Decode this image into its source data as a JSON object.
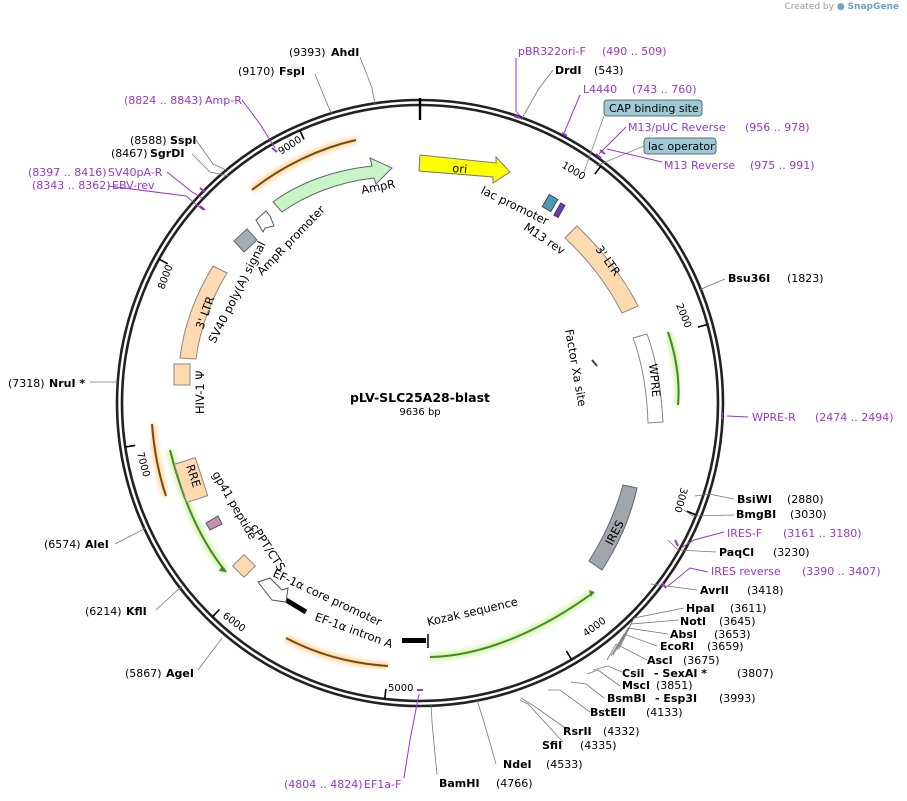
{
  "brand": {
    "created_by": "Created by",
    "app": "SnapGene"
  },
  "plasmid": {
    "name": "pLV-SLC25A28-blast",
    "size_label": "9636 bp",
    "length": 9636
  },
  "ticks": [
    "1000",
    "2000",
    "3000",
    "4000",
    "5000",
    "6000",
    "7000",
    "8000",
    "9000"
  ],
  "colors": {
    "primer": "#9a36c8",
    "ori": "#ffff00",
    "ampr": "#c8f5c8",
    "ltr": "#ffd9b0",
    "ires": "#a0a6ac",
    "orf": "#7cb83a",
    "orf_glow": "#d6f0b0",
    "marker": "#7a4a10"
  },
  "enzymes": [
    {
      "name": "AhdI",
      "pos": "(9393)"
    },
    {
      "name": "FspI",
      "pos": "(9170)"
    },
    {
      "name": "SspI",
      "pos": "(8588)"
    },
    {
      "name": "SgrDI",
      "pos": "(8467)"
    },
    {
      "name": "NruI *",
      "pos": "(7318)"
    },
    {
      "name": "AleI",
      "pos": "(6574)"
    },
    {
      "name": "KflI",
      "pos": "(6214)"
    },
    {
      "name": "AgeI",
      "pos": "(5867)"
    },
    {
      "name": "BamHI",
      "pos": "(4766)"
    },
    {
      "name": "NdeI",
      "pos": "(4533)"
    },
    {
      "name": "SfiI",
      "pos": "(4335)"
    },
    {
      "name": "RsrII",
      "pos": "(4332)"
    },
    {
      "name": "BstEII",
      "pos": "(4133)"
    },
    {
      "name": "BsmBI",
      "pos": "- Esp3I"
    },
    {
      "name": "MscI",
      "pos": "(3851)"
    },
    {
      "name": "CsiI",
      "pos": "- SexAI *"
    },
    {
      "name": "AscI",
      "pos": "(3675)"
    },
    {
      "name": "EcoRI",
      "pos": "(3659)"
    },
    {
      "name": "AbsI",
      "pos": "(3653)"
    },
    {
      "name": "NotI",
      "pos": "(3645)"
    },
    {
      "name": "HpaI",
      "pos": "(3611)"
    },
    {
      "name": "AvrII",
      "pos": "(3418)"
    },
    {
      "name": "PaqCI",
      "pos": "(3230)"
    },
    {
      "name": "BmgBI",
      "pos": "(3030)"
    },
    {
      "name": "BsiWI",
      "pos": "(2880)"
    },
    {
      "name": "Bsu36I",
      "pos": "(1823)"
    },
    {
      "name": "DrdI",
      "pos": "(543)"
    }
  ],
  "enzyme_extra": {
    "esp3i_pos": "(3993)",
    "sexai_pos": "(3807)"
  },
  "primers": [
    {
      "name": "pBR322ori-F",
      "range": "(490 .. 509)"
    },
    {
      "name": "L4440",
      "range": "(743 .. 760)"
    },
    {
      "name": "M13/pUC Reverse",
      "range": "(956 .. 978)"
    },
    {
      "name": "M13 Reverse",
      "range": "(975 .. 991)"
    },
    {
      "name": "WPRE-R",
      "range": "(2474 .. 2494)"
    },
    {
      "name": "IRES-F",
      "range": "(3161 .. 3180)"
    },
    {
      "name": "IRES reverse",
      "range": "(3390 .. 3407)"
    },
    {
      "name": "EF1a-F",
      "range": "(4804 .. 4824)"
    },
    {
      "name": "Amp-R",
      "range": "(8824 .. 8843)"
    },
    {
      "name": "SV40pA-R",
      "range": "(8397 .. 8416)"
    },
    {
      "name": "EBV-rev",
      "range": "(8343 .. 8362)"
    }
  ],
  "boxed": [
    "CAP binding site",
    "lac operator"
  ],
  "features": {
    "ori": "ori",
    "ampr": "AmpR",
    "ampr_promoter": "AmpR promoter",
    "lac_promoter": "lac promoter",
    "m13_rev": "M13 rev",
    "ltr3_right": "3' LTR",
    "factor_xa": "Factor Xa site",
    "wpre": "WPRE",
    "ires": "IRES",
    "kozak": "Kozak sequence",
    "ef1a_intron": "EF-1α intron A",
    "ef1a_core": "EF-1α core promoter",
    "cppt": "cPPT/CTS",
    "gp41": "gp41 peptide",
    "rre": "RRE",
    "hiv_psi": "HIV-1 Ψ",
    "ltr3_left": "3' LTR",
    "sv40": "SV40 poly(A) signal"
  }
}
